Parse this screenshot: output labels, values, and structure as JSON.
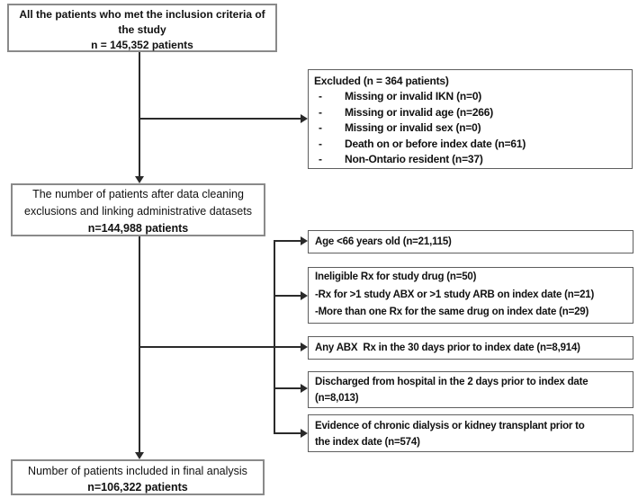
{
  "flowchart": {
    "inclusion": {
      "lines": [
        "All the patients who met the inclusion criteria of",
        "the study",
        "n = 145,352 patients"
      ]
    },
    "excluded": {
      "title": "Excluded (n = 364 patients)",
      "bullet": "-",
      "items": [
        "Missing or invalid IKN (n=0)",
        "Missing or invalid age (n=266)",
        "Missing or invalid sex (n=0)",
        "Death on or before index date (n=61)",
        "Non-Ontario resident (n=37)"
      ]
    },
    "cleaning": {
      "lines": [
        "The number of patients after data cleaning",
        "exclusions and linking administrative datasets"
      ],
      "n_line": "n=144,988 patients"
    },
    "age": {
      "text": "Age <66 years old (n=21,115)"
    },
    "ineligible": {
      "title": "Ineligible Rx for study drug (n=50)",
      "items": [
        "-Rx for >1 study ABX or >1 study ARB on index date (n=21)",
        "-More than one Rx for the same drug on index date (n=29)"
      ]
    },
    "abx": {
      "text": "Any ABX  Rx in the 30 days prior to index date (n=8,914)"
    },
    "discharged": {
      "lines": [
        "Discharged from hospital in the 2 days prior to index date",
        "(n=8,013)"
      ]
    },
    "evidence": {
      "lines": [
        "Evidence of chronic dialysis or kidney transplant prior to",
        "the index date (n=574)"
      ]
    },
    "final": {
      "line1": "Number of patients included in final analysis",
      "line2": "n=106,322 patients"
    }
  },
  "colors": {
    "line": "#2a2a2a",
    "text": "#111111",
    "border_left_boxes": "#8a8a8a",
    "border_right_boxes": "#5e5e5e",
    "background": "#ffffff"
  }
}
